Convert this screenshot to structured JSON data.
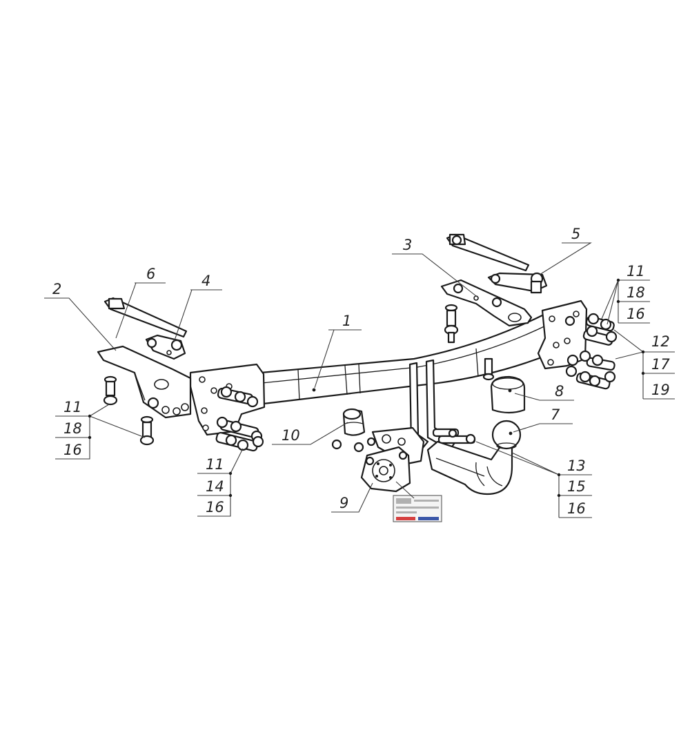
{
  "colors": {
    "line": "#1a1a1a",
    "fill": "#ffffff",
    "leader": "#3a3a3a"
  },
  "parts": {
    "crossbar": "1",
    "left_bracket": "2",
    "right_bracket": "3",
    "left_strap": "4",
    "right_strap": "5",
    "left_tie_rod": "6",
    "tow_ball": "7",
    "ball_cover": "8",
    "socket_plate": "9",
    "rubber_bushing": "10"
  },
  "fastener_stacks": {
    "left_bracket_bolts": [
      "11",
      "18",
      "16"
    ],
    "left_plate_bolts": [
      "11",
      "14",
      "16"
    ],
    "right_plate_bolts_upper": [
      "11",
      "18",
      "16"
    ],
    "right_plate_bolts_lower": [
      "12",
      "17",
      "19"
    ],
    "ball_neck_bolts": [
      "13",
      "15",
      "16"
    ]
  }
}
